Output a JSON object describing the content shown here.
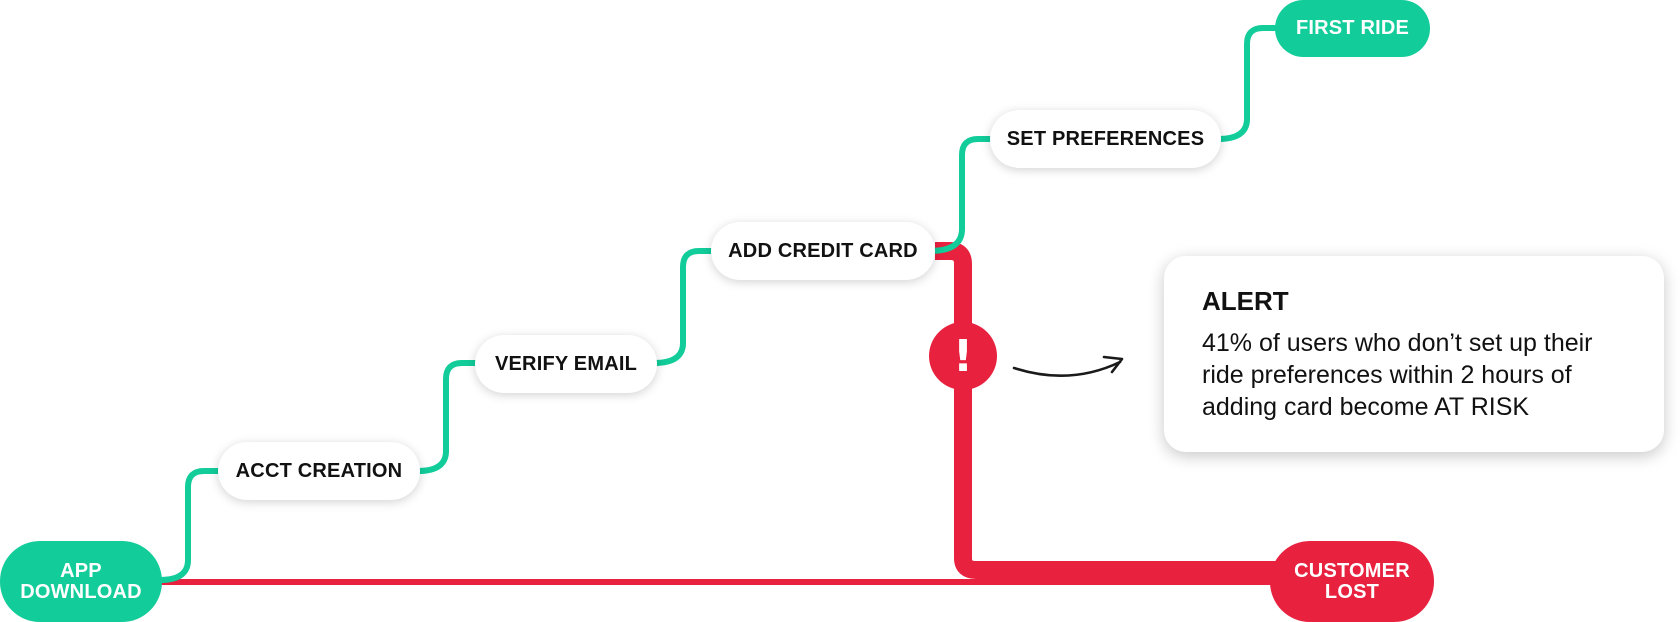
{
  "nodes": {
    "app_download": "APP\nDOWNLOAD",
    "acct_creation": "ACCT CREATION",
    "verify_email": "VERIFY EMAIL",
    "add_credit_card": "ADD CREDIT CARD",
    "set_preferences": "SET PREFERENCES",
    "first_ride": "FIRST RIDE",
    "customer_lost": "CUSTOMER\nLOST"
  },
  "alert": {
    "badge": "!",
    "title": "ALERT",
    "body": "41% of users who don’t set up their ride preferences within 2 hours of adding card become AT RISK"
  },
  "colors": {
    "success_green": "#12cc9a",
    "loss_red": "#e8213f",
    "text": "#111111"
  }
}
